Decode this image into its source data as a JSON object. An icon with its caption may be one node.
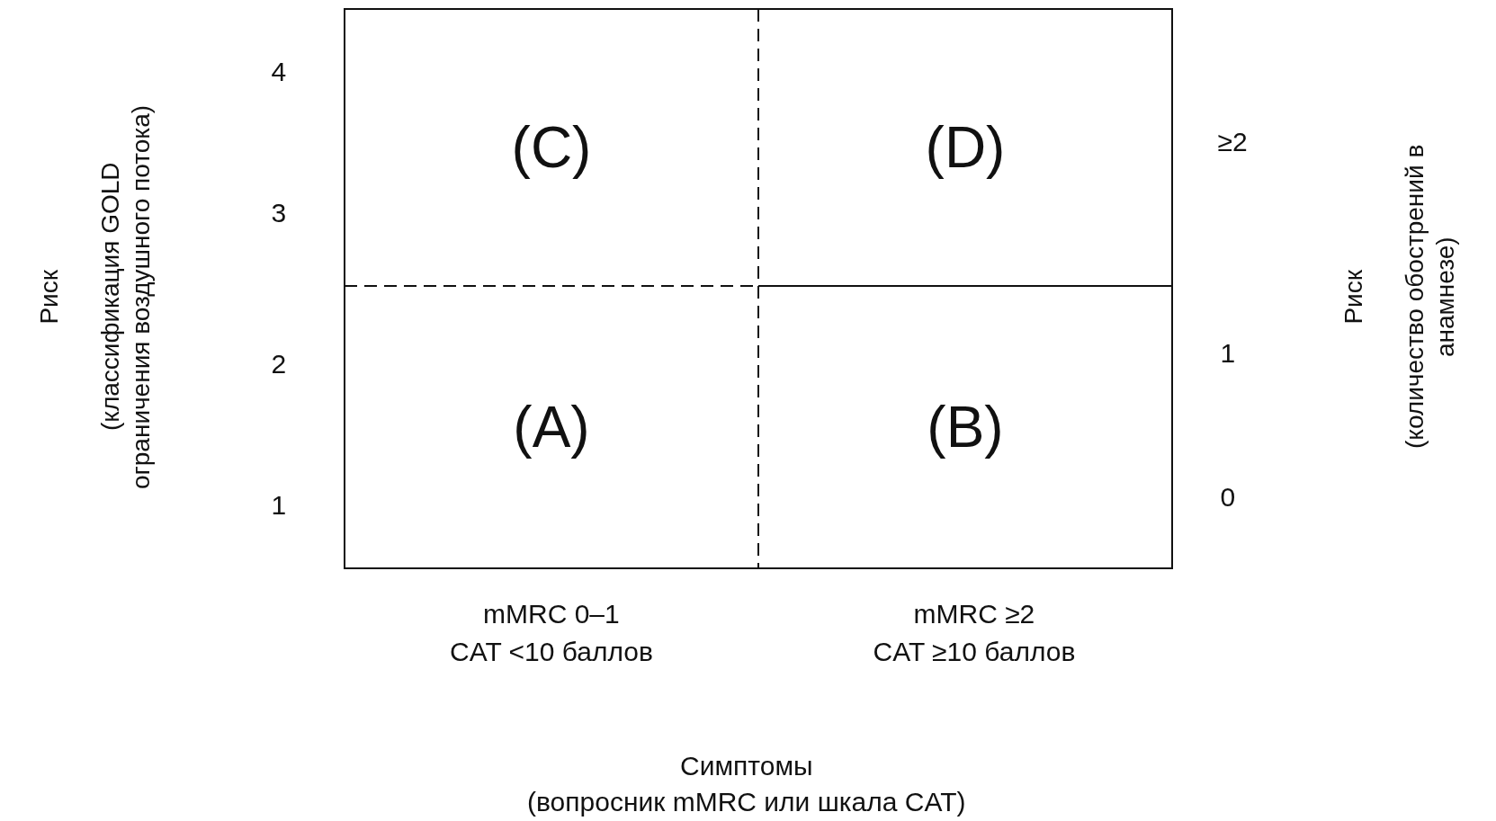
{
  "diagram": {
    "nodes": [
      {
        "text": [
          "(C)"
        ]
      },
      {
        "text": [
          "(D)"
        ]
      },
      {
        "text": [
          "(A)"
        ]
      },
      {
        "text": [
          "(B)"
        ]
      }
    ],
    "edges": [],
    "labels": [
      "Риск",
      "(классификация GOLD ограничения воздушного потока)",
      "4",
      "3",
      "2",
      "1",
      "≥2",
      "1",
      "0",
      "Риск",
      "(количество обострений в анамнезе)",
      "mMRC 0–1",
      "CAT <10 баллов",
      "mMRC ≥2",
      "CAT ≥10 баллов",
      "Симптомы",
      "(вопросник mMRC или шкала CAT)"
    ]
  }
}
